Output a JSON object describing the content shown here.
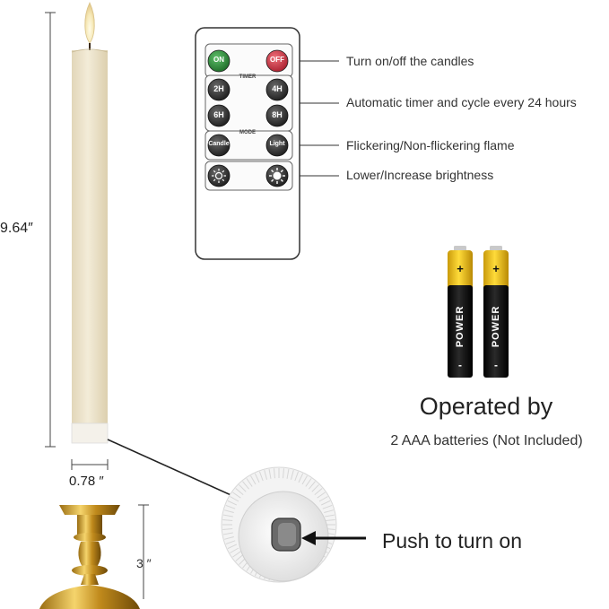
{
  "dimensions": {
    "height": "9.64″",
    "diameter": "0.78  ″",
    "holder_height": "3 ″"
  },
  "remote": {
    "on_label": "ON",
    "off_label": "OFF",
    "timer_label": "TIMER",
    "timer_buttons": [
      "2H",
      "4H",
      "6H",
      "8H"
    ],
    "mode_label": "MODE",
    "candle_label": "Candle",
    "light_label": "Light"
  },
  "callouts": {
    "power": "Turn on/off the candles",
    "timer": "Automatic timer and cycle every 24 hours",
    "mode": "Flickering/Non-flickering flame",
    "brightness": "Lower/Increase brightness"
  },
  "battery": {
    "brand": "POWER",
    "positive": "+",
    "negative": "-",
    "operated_by": "Operated by",
    "note": "2 AAA batteries (Not Included)"
  },
  "switch": {
    "label": "Push to turn on"
  },
  "colors": {
    "candle": "#efe6cf",
    "on_button": "#2f8a3a",
    "off_button": "#d33a4a",
    "battery_gold": "#f2c21a",
    "battery_black": "#111111"
  }
}
